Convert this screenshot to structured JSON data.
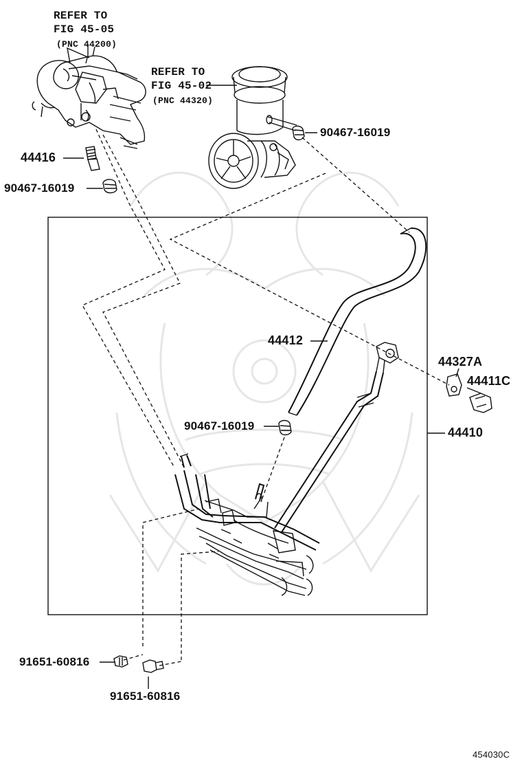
{
  "labels": {
    "ref_top_left_line1": "REFER TO",
    "ref_top_left_line2": "FIG 45-05",
    "ref_top_left_pnc": "(PNC 44200)",
    "ref_pump_line1": "REFER TO",
    "ref_pump_line2": "FIG 45-02",
    "ref_pump_pnc": "(PNC 44320)",
    "part_44416": "44416",
    "clip_left": "90467-16019",
    "clip_pump": "90467-16019",
    "clip_center": "90467-16019",
    "part_44412": "44412",
    "part_44327a": "44327A",
    "part_44411c": "44411C",
    "part_44410": "44410",
    "bolt_left": "91651-60816",
    "bolt_bottom": "91651-60816",
    "figure_code": "454030C"
  }
}
